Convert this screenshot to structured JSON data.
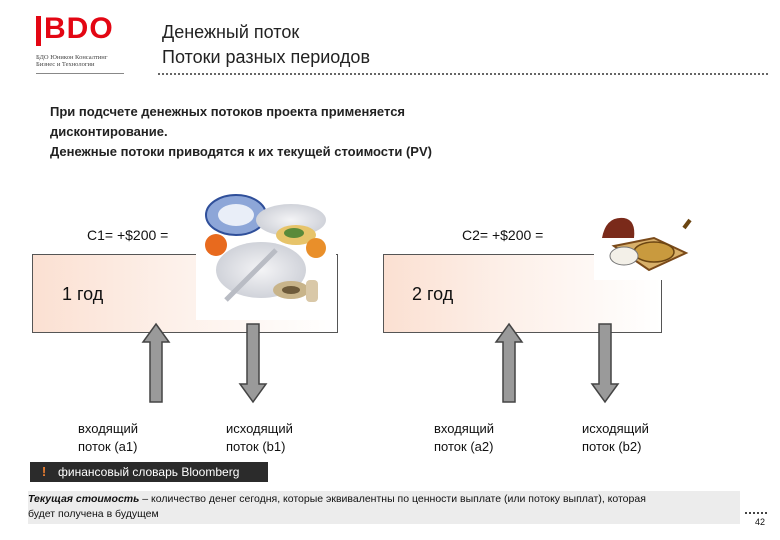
{
  "logo": {
    "brand": "BDO",
    "subtitle_line1": "БДО Юникон Консалтинг",
    "subtitle_line2": "Бизнес и Технологии"
  },
  "header": {
    "title": "Денежный поток",
    "subtitle": "Потоки разных периодов"
  },
  "intro": {
    "line1": "При подсчете денежных потоков проекта применяется",
    "line2": "дисконтирование.",
    "line3": "Денежные потоки приводятся к их текущей стоимости (PV)"
  },
  "periods": [
    {
      "cash_label": "С1= +$200 =",
      "year_label": "1 год",
      "inflow": {
        "line1": "входящий",
        "line2": "поток (a1)"
      },
      "outflow": {
        "line1": "исходящий",
        "line2": "поток (b1)"
      }
    },
    {
      "cash_label": "С2= +$200 =",
      "year_label": "2 год",
      "inflow": {
        "line1": "входящий",
        "line2": "поток (a2)"
      },
      "outflow": {
        "line1": "исходящий",
        "line2": "поток (b2)"
      }
    }
  ],
  "bloomberg": {
    "icon": "!",
    "label": "финансовый словарь Bloomberg"
  },
  "definition": {
    "term": "Текущая стоимость",
    "text": " – количество денег сегодня, которые эквивалентны по ценности выплате (или потоку выплат), которая",
    "text2": "будет получена в будущем"
  },
  "page_number": "42",
  "colors": {
    "brand_red": "#e30613",
    "box_tint": "#fbe0d2",
    "arrow_gray": "#9a9a9a"
  }
}
